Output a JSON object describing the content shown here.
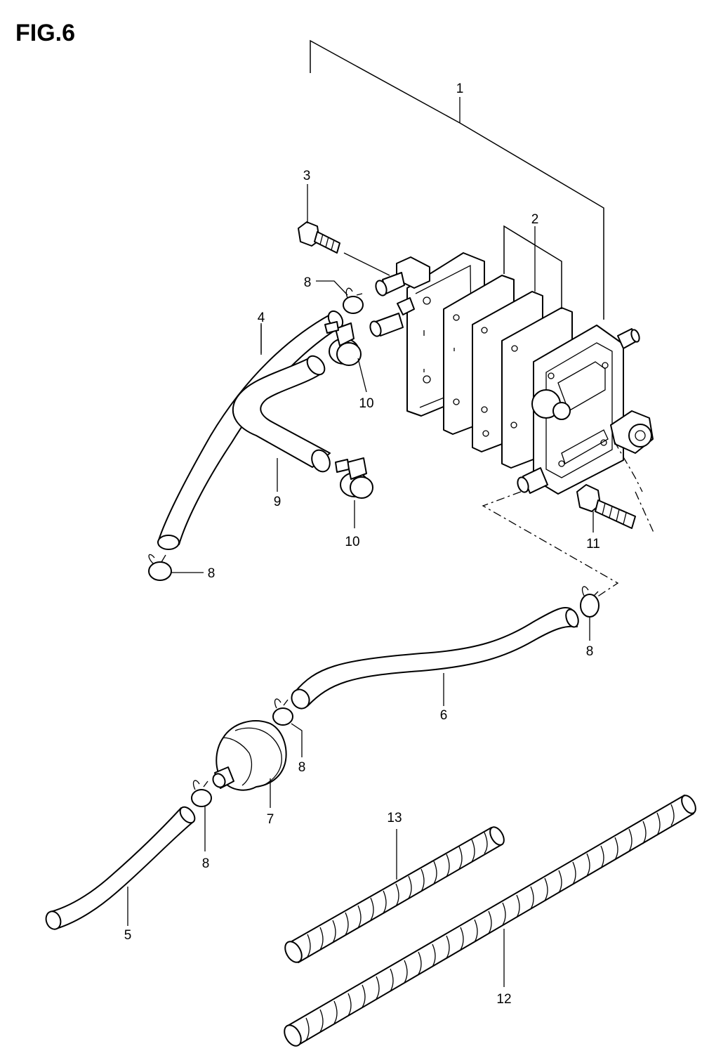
{
  "figure": {
    "title": "FIG.6"
  },
  "callouts": [
    {
      "id": "c1",
      "text": "1"
    },
    {
      "id": "c2",
      "text": "2"
    },
    {
      "id": "c3",
      "text": "3"
    },
    {
      "id": "c4",
      "text": "4"
    },
    {
      "id": "c5",
      "text": "5"
    },
    {
      "id": "c6",
      "text": "6"
    },
    {
      "id": "c7",
      "text": "7"
    },
    {
      "id": "c8a",
      "text": "8"
    },
    {
      "id": "c8b",
      "text": "8"
    },
    {
      "id": "c8c",
      "text": "8"
    },
    {
      "id": "c8d",
      "text": "8"
    },
    {
      "id": "c8e",
      "text": "8"
    },
    {
      "id": "c9",
      "text": "9"
    },
    {
      "id": "c10a",
      "text": "10"
    },
    {
      "id": "c10b",
      "text": "10"
    },
    {
      "id": "c11",
      "text": "11"
    },
    {
      "id": "c12",
      "text": "12"
    },
    {
      "id": "c13",
      "text": "13"
    }
  ]
}
